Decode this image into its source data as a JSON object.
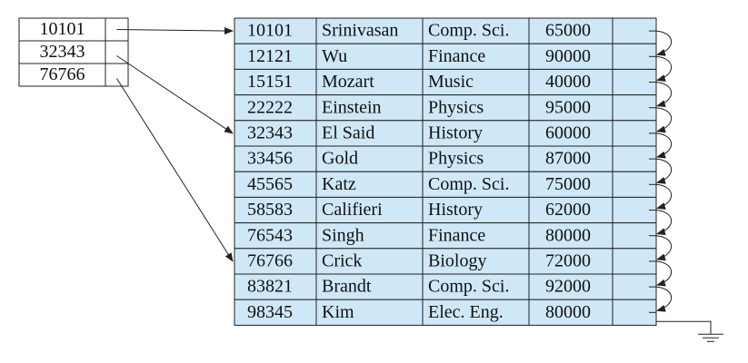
{
  "index": {
    "keys": [
      "10101",
      "32343",
      "76766"
    ],
    "targets": [
      0,
      4,
      9
    ]
  },
  "table": {
    "rows": [
      {
        "id": "10101",
        "name": "Srinivasan",
        "dept": "Comp. Sci.",
        "salary": "65000"
      },
      {
        "id": "12121",
        "name": "Wu",
        "dept": "Finance",
        "salary": "90000"
      },
      {
        "id": "15151",
        "name": "Mozart",
        "dept": "Music",
        "salary": "40000"
      },
      {
        "id": "22222",
        "name": "Einstein",
        "dept": "Physics",
        "salary": "95000"
      },
      {
        "id": "32343",
        "name": "El Said",
        "dept": "History",
        "salary": "60000"
      },
      {
        "id": "33456",
        "name": "Gold",
        "dept": "Physics",
        "salary": "87000"
      },
      {
        "id": "45565",
        "name": "Katz",
        "dept": "Comp. Sci.",
        "salary": "75000"
      },
      {
        "id": "58583",
        "name": "Califieri",
        "dept": "History",
        "salary": "62000"
      },
      {
        "id": "76543",
        "name": "Singh",
        "dept": "Finance",
        "salary": "80000"
      },
      {
        "id": "76766",
        "name": "Crick",
        "dept": "Biology",
        "salary": "72000"
      },
      {
        "id": "83821",
        "name": "Brandt",
        "dept": "Comp. Sci.",
        "salary": "92000"
      },
      {
        "id": "98345",
        "name": "Kim",
        "dept": "Elec. Eng.",
        "salary": "80000"
      }
    ]
  },
  "colors": {
    "table_fill": "#cfe8f7",
    "index_fill": "#ffffff",
    "line": "#222222"
  }
}
